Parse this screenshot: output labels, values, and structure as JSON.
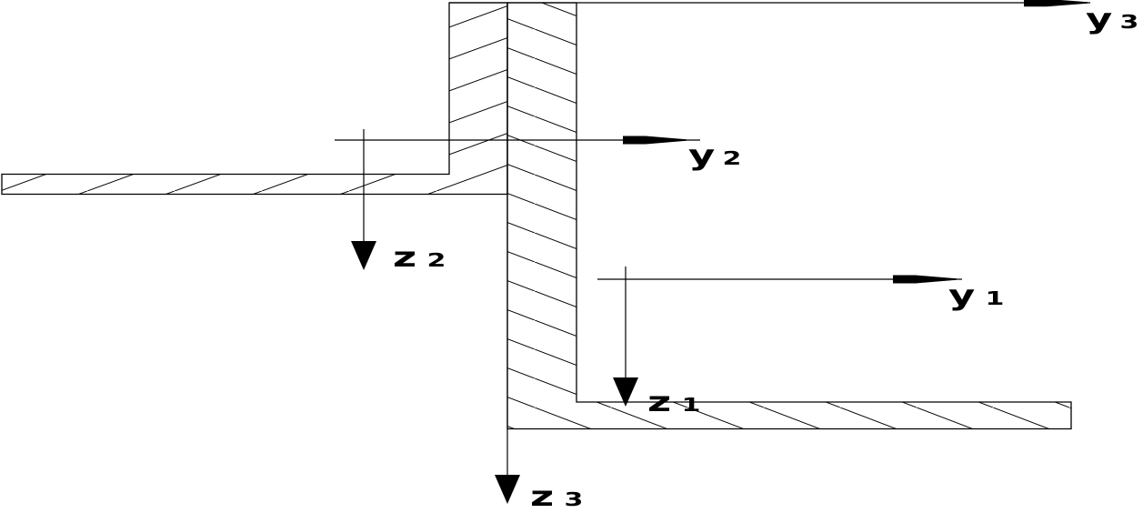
{
  "page": {
    "background_color": "#ffffff",
    "ink_color": "#000000"
  },
  "diagram": {
    "kind": "composite-cross-section-with-centroid-axes",
    "parts": [
      {
        "id": "part-1",
        "shape": "angle-web-and-bottom-flange",
        "hatch_direction": "backslash"
      },
      {
        "id": "part-2",
        "shape": "angle-left-flange-and-upper-web",
        "hatch_direction": "slash"
      }
    ],
    "axes": [
      {
        "id": "y1",
        "letter": "y",
        "sub": "1",
        "direction": "right"
      },
      {
        "id": "z1",
        "letter": "z",
        "sub": "1",
        "direction": "down"
      },
      {
        "id": "y2",
        "letter": "y",
        "sub": "2",
        "direction": "right"
      },
      {
        "id": "z2",
        "letter": "z",
        "sub": "2",
        "direction": "down"
      },
      {
        "id": "y3",
        "letter": "y",
        "sub": "3",
        "direction": "right"
      },
      {
        "id": "z3",
        "letter": "z",
        "sub": "3",
        "direction": "down"
      }
    ]
  }
}
